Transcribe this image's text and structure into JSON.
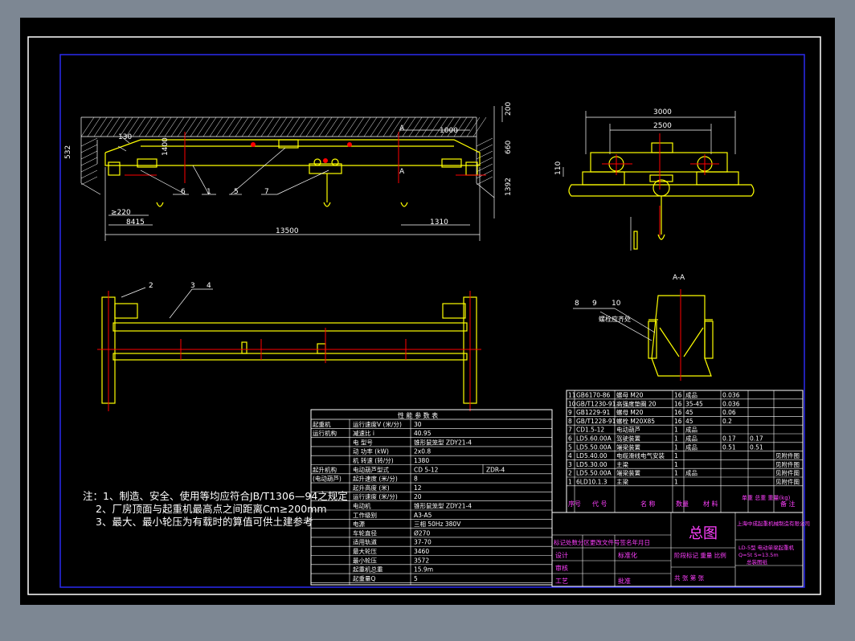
{
  "drawing": {
    "dims": {
      "d200": "200",
      "d532": "532",
      "d660": "660",
      "d1392": "1392",
      "d1000": "1000",
      "d130": "130",
      "d1400": "1400",
      "d220": "≥220",
      "d8415": "8415",
      "d1310": "1310",
      "d13500": "13500",
      "d3000": "3000",
      "d2500": "2500",
      "d110": "110"
    },
    "section_labels": {
      "a_top": "A",
      "a_bottom": "A",
      "aa": "A-A"
    },
    "part_numbers_elev": [
      "6",
      "1",
      "5",
      "7"
    ],
    "part_numbers_plan": [
      "2",
      "3",
      "4"
    ],
    "part_numbers_section": [
      "8",
      "9",
      "10"
    ],
    "section_note": "螺栓应齐处"
  },
  "notes": {
    "line1": "注：1、制造、安全、使用等均应符合JB/T1306—94之规定",
    "line2": "2、厂房顶面与起重机最高点之间距离Cm≥200mm",
    "line3": "3、最大、最小轮压为有载时的算值可供土建参考"
  },
  "params": {
    "title": "性 能 参 数 表",
    "rows": [
      {
        "group": "起重机",
        "label": "运行速度V (米/分)",
        "value": "30"
      },
      {
        "group": "运行机构",
        "label": "减速比 i",
        "value": "40.95"
      },
      {
        "group": "",
        "label": "电 型号",
        "value": "锥形鼠笼型 ZDY21-4"
      },
      {
        "group": "",
        "label": "动 功率 (kW)",
        "value": "2x0.8"
      },
      {
        "group": "",
        "label": "机 转速 (转/分)",
        "value": "1380"
      },
      {
        "group": "起升机构",
        "label": "电动葫芦型式",
        "value": "CD 5-12",
        "extra": "ZDR-4"
      },
      {
        "group": "(电动葫芦)",
        "label": "起升速度 (米/分)",
        "value": "8"
      },
      {
        "group": "",
        "label": "起升高度 (米)",
        "value": "12"
      },
      {
        "group": "",
        "label": "运行速度 (米/分)",
        "value": "20"
      },
      {
        "group": "",
        "label": "电动机",
        "value": "锥形鼠笼型 ZDY21-4"
      },
      {
        "group": "",
        "label": "工作级别",
        "value": "A3-A5"
      },
      {
        "group": "",
        "label": "电源",
        "value": "三相 50Hz 380V"
      },
      {
        "group": "",
        "label": "车轮直径",
        "value": "Ø270"
      },
      {
        "group": "",
        "label": "适用轨道",
        "value": "37-70"
      },
      {
        "group": "",
        "label": "最大轮压",
        "value": "3460"
      },
      {
        "group": "",
        "label": "最小轮压",
        "value": "3572"
      },
      {
        "group": "",
        "label": "起重机总重",
        "value": "15.9m"
      },
      {
        "group": "",
        "label": "起重量Q",
        "value": "5"
      }
    ]
  },
  "bom": {
    "rows": [
      {
        "no": "11",
        "code": "GB6170-86",
        "name": "螺母 M20",
        "qty": "16",
        "mat": "成品",
        "w1": "0.036",
        "w2": "",
        "rem": ""
      },
      {
        "no": "10",
        "code": "GB/T1230-91",
        "name": "高强度垫圈 20",
        "qty": "16",
        "mat": "35-45",
        "w1": "0.036",
        "w2": "",
        "rem": ""
      },
      {
        "no": "9",
        "code": "GB1229-91",
        "name": "螺母 M20",
        "qty": "16",
        "mat": "45",
        "w1": "0.06",
        "w2": "",
        "rem": ""
      },
      {
        "no": "8",
        "code": "GB/T1228-91",
        "name": "螺栓 M20X85",
        "qty": "16",
        "mat": "45",
        "w1": "0.2",
        "w2": "",
        "rem": ""
      },
      {
        "no": "7",
        "code": "CD1.5-12",
        "name": "电动葫芦",
        "qty": "1",
        "mat": "成品",
        "w1": "",
        "w2": "",
        "rem": ""
      },
      {
        "no": "6",
        "code": "LD5.60.00A",
        "name": "驾驶装置",
        "qty": "1",
        "mat": "成品",
        "w1": "0.17",
        "w2": "0.17",
        "rem": ""
      },
      {
        "no": "5",
        "code": "LD5.50.00A",
        "name": "端梁装置",
        "qty": "1",
        "mat": "成品",
        "w1": "0.51",
        "w2": "0.51",
        "rem": ""
      },
      {
        "no": "4",
        "code": "LD5.40.00",
        "name": "电缆滑线电气安装",
        "qty": "1",
        "mat": "",
        "w1": "",
        "w2": "",
        "rem": "见附件图"
      },
      {
        "no": "3",
        "code": "LD5.30.00",
        "name": "主梁",
        "qty": "1",
        "mat": "",
        "w1": "",
        "w2": "",
        "rem": "见附件图"
      },
      {
        "no": "2",
        "code": "LD5.50.00A",
        "name": "端梁装置",
        "qty": "1",
        "mat": "成品",
        "w1": "",
        "w2": "",
        "rem": "见附件图"
      },
      {
        "no": "1",
        "code": "6LD10.1.3",
        "name": "主梁",
        "qty": "1",
        "mat": "",
        "w1": "",
        "w2": "",
        "rem": "见附件图"
      }
    ],
    "header": {
      "no": "序号",
      "code": "代 号",
      "name": "名 称",
      "qty": "数量",
      "mat": "材 料",
      "weight": "单重 总重 重量(kg)",
      "rem": "备 注"
    }
  },
  "title_block": {
    "title": "总图",
    "company": "上海中成起重机械制造有限公司",
    "product": "LD-5型 电动单梁起重机",
    "spec": "Q=5t S=13.5m",
    "sub": "总装图纸",
    "rev_label": "标记处数分区更改文件号签名年月日",
    "design": "设计",
    "check": "审核",
    "process": "工艺",
    "std": "标准化",
    "approve": "批准",
    "stage_label": "阶段标记 重量 比例",
    "sheet_label": "共 张 第 张"
  },
  "colors": {
    "background": "#7d8793",
    "canvas": "#000000",
    "frame": "#ffffff",
    "inner_frame": "#2a2af0",
    "yellow": "#ffff00",
    "red": "#ff0000",
    "magenta": "#ff40ff",
    "green": "#00ff00",
    "cyan": "#00ffff"
  }
}
